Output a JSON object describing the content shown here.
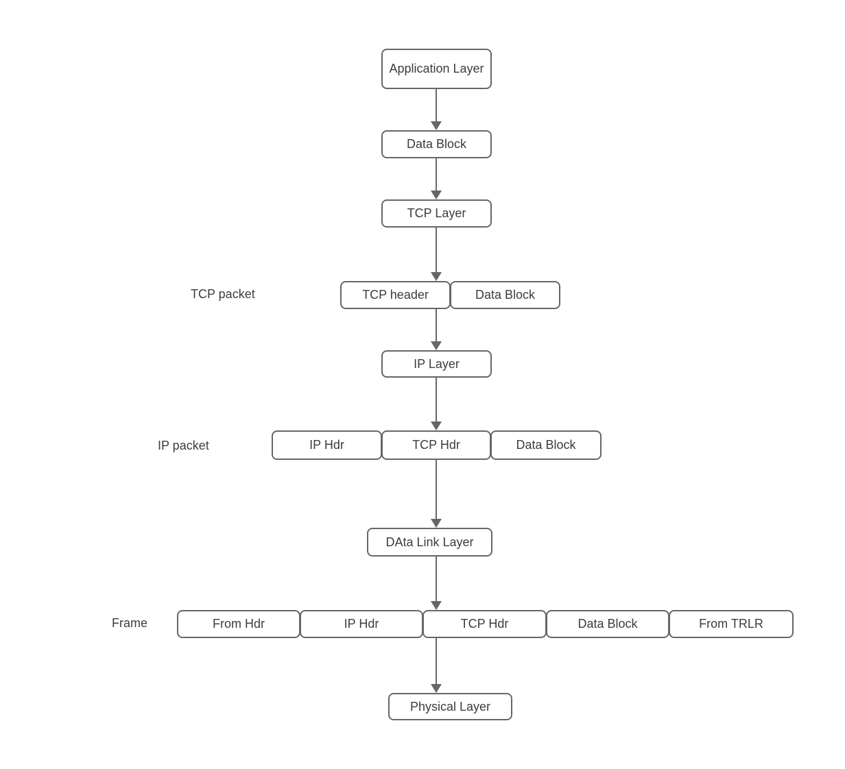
{
  "diagram": {
    "nodes": {
      "application_layer": "Application Layer",
      "data_block_top": "Data Block",
      "tcp_layer": "TCP Layer",
      "tcp_header": "TCP header",
      "tcp_packet_data_block": "Data Block",
      "ip_layer": "IP Layer",
      "ip_hdr": "IP Hdr",
      "tcp_hdr": "TCP Hdr",
      "ip_packet_data_block": "Data Block",
      "data_link_layer": "DAta Link Layer",
      "frame_from_hdr": "From Hdr",
      "frame_ip_hdr": "IP Hdr",
      "frame_tcp_hdr": "TCP Hdr",
      "frame_data_block": "Data Block",
      "frame_from_trlr": "From TRLR",
      "physical_layer": "Physical Layer"
    },
    "row_labels": {
      "tcp_packet": "TCP packet",
      "ip_packet": "IP packet",
      "frame": "Frame"
    },
    "colors": {
      "node_border": "#666666",
      "node_fill": "#ffffff",
      "text": "#3c3c3c",
      "arrow": "#666666",
      "background": "#ffffff"
    }
  }
}
